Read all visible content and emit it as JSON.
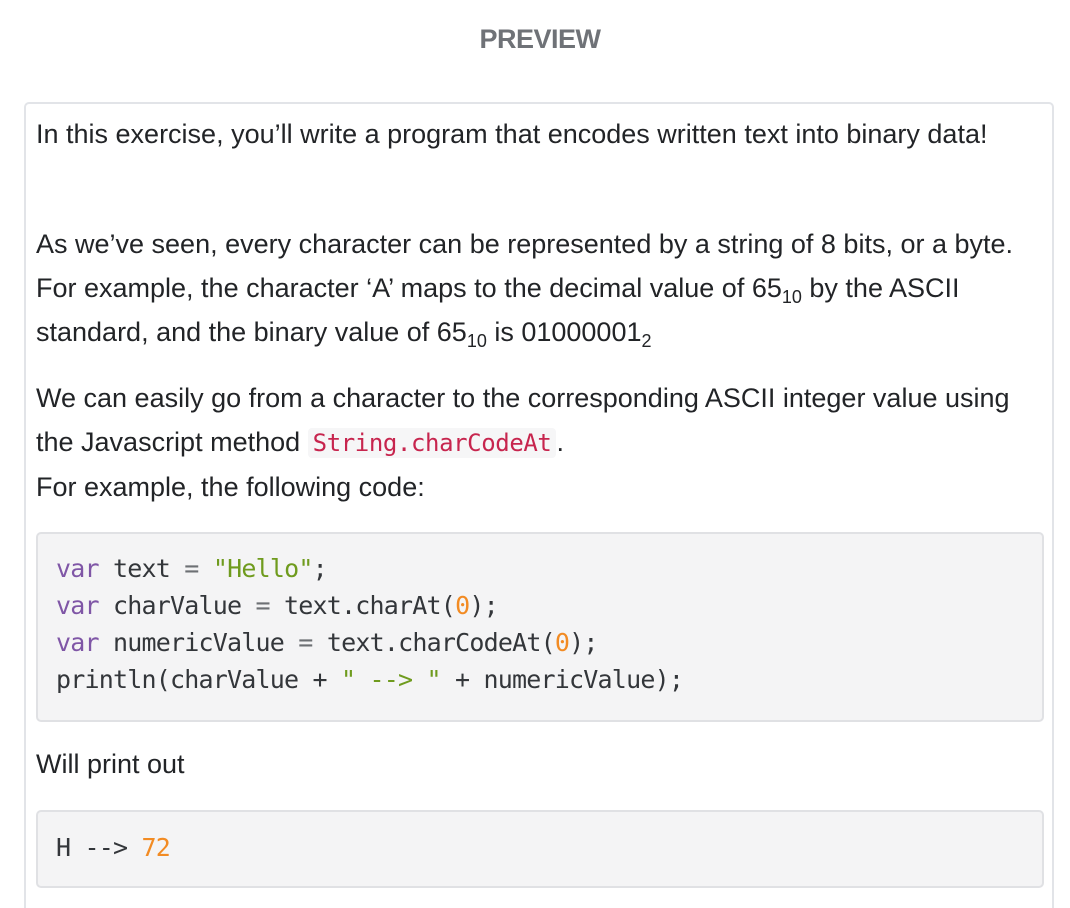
{
  "header": {
    "title": "PREVIEW"
  },
  "lesson": {
    "p1": "In this exercise, you’ll write a program that encodes written text into binary data!",
    "p2_a": "As we’ve seen, every character can be represented by a string of 8 bits, or a byte. For example, the character ‘A’ maps to the decimal value of 65",
    "p2_sub1": "10",
    "p2_b": " by the ASCII standard, and the binary value of 65",
    "p2_sub2": "10",
    "p2_c": " is 01000001",
    "p2_sub3": "2",
    "p3_a": "We can easily go from a character to the corresponding ASCII integer value using the Javascript method ",
    "p3_code": "String.charCodeAt",
    "p3_b": ".",
    "p3_c": "For example, the following code:",
    "p4": "Will print out"
  },
  "code_example": {
    "line1": {
      "kw": "var",
      "rest1": " text ",
      "op": "=",
      "rest2": " ",
      "str": "\"Hello\"",
      "end": ";"
    },
    "line2": {
      "kw": "var",
      "rest1": " charValue ",
      "op": "=",
      "rest2": " text.charAt(",
      "num": "0",
      "end": ");"
    },
    "line3": {
      "kw": "var",
      "rest1": " numericValue ",
      "op": "=",
      "rest2": " text.charCodeAt(",
      "num": "0",
      "end": ");"
    },
    "line4": {
      "a": "println(charValue + ",
      "str": "\" --> \"",
      "b": " + numericValue);"
    }
  },
  "output_example": {
    "prefix": "H --> ",
    "value": "72"
  }
}
